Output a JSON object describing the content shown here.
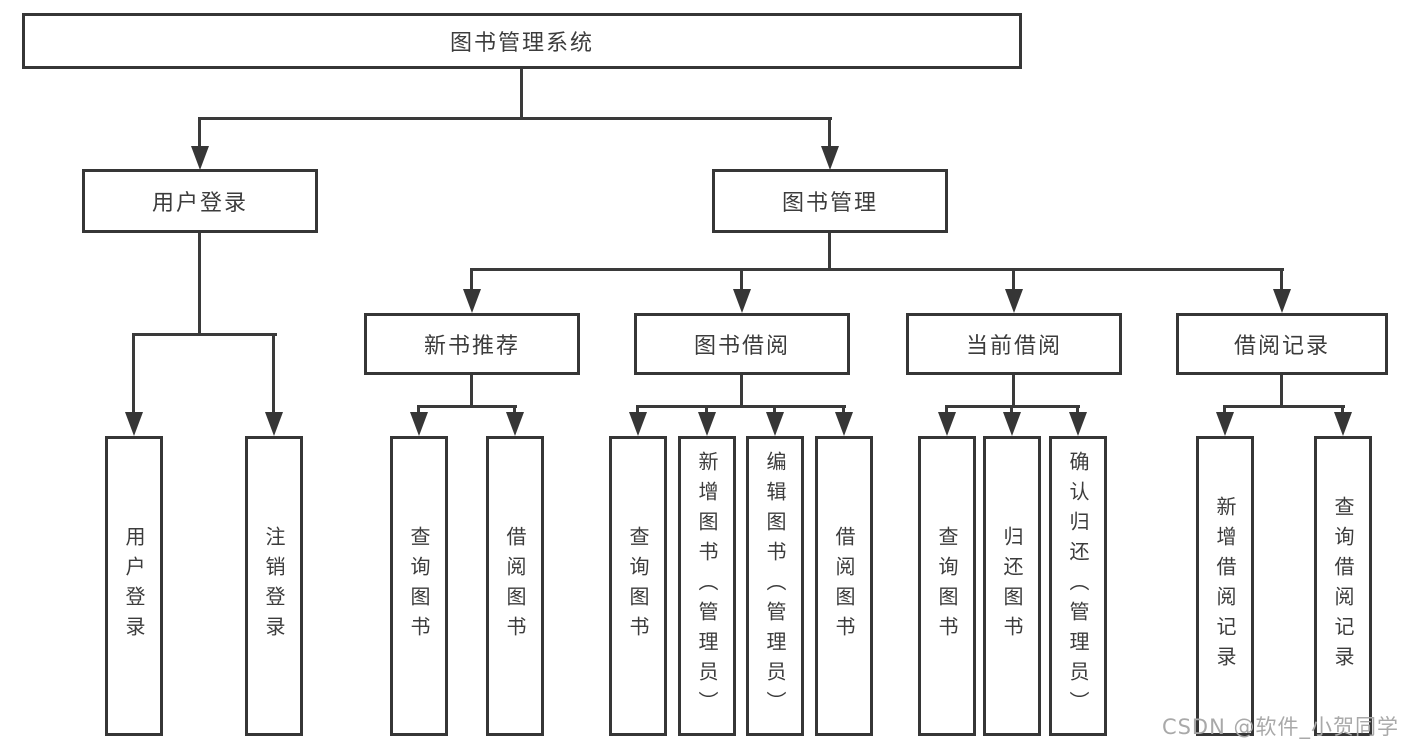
{
  "diagram": {
    "root": {
      "label": "图书管理系统"
    },
    "branches": {
      "user_login": {
        "label": "用户登录",
        "children": [
          "用户登录",
          "注销登录"
        ]
      },
      "book_management": {
        "label": "图书管理",
        "children": {
          "new_book_recommend": {
            "label": "新书推荐",
            "children": [
              "查询图书",
              "借阅图书"
            ]
          },
          "book_borrow": {
            "label": "图书借阅",
            "children": [
              "查询图书",
              "新增图书（管理员）",
              "编辑图书（管理员）",
              "借阅图书"
            ]
          },
          "current_borrow": {
            "label": "当前借阅",
            "children": [
              "查询图书",
              "归还图书",
              "确认归还（管理员）"
            ]
          },
          "borrow_record": {
            "label": "借阅记录",
            "children": [
              "新增借阅记录",
              "查询借阅记录"
            ]
          }
        }
      }
    }
  },
  "watermark": {
    "text": "CSDN @软件_小贺同学"
  },
  "colors": {
    "background": "#ffffff",
    "box_border": "#363636",
    "connector_line": "#3a3a3a",
    "text": "#3c3c3c",
    "watermark_text": "#a9a9a9"
  }
}
